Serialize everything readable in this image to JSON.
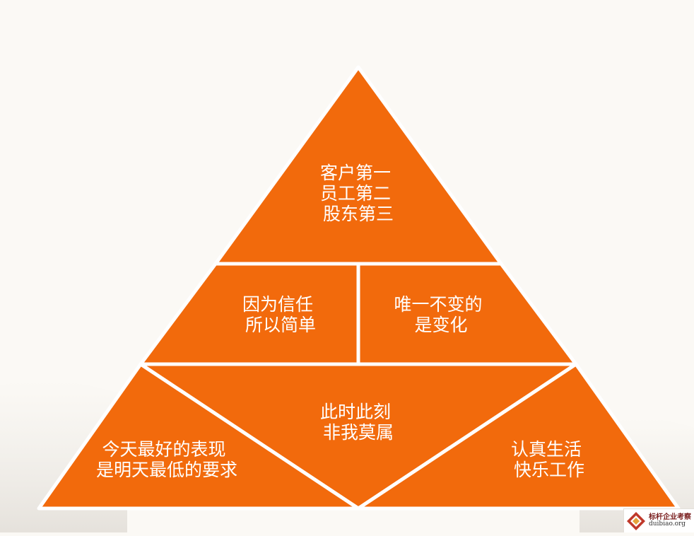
{
  "colors": {
    "background": "#fbf9f5",
    "segment_fill": "#f26a0c",
    "divider": "#ffffff",
    "text": "#ffffff",
    "watermark_red": "#c0392b",
    "watermark_gold": "#e6a33a"
  },
  "pyramid": {
    "top": [
      "客户第一",
      "员工第二",
      "股东第三"
    ],
    "middle_left": [
      "因为信任",
      "所以简单"
    ],
    "middle_right": [
      "唯一不变的",
      "是变化"
    ],
    "bottom_center": [
      "此时此刻",
      "非我莫属"
    ],
    "bottom_left": [
      "今天最好的表现",
      "是明天最低的要求"
    ],
    "bottom_right": [
      "认真生活",
      "快乐工作"
    ]
  },
  "watermark": {
    "name": "标杆企业考察",
    "url": "duibiao.org",
    "logo_icon": "diamond-logo-icon"
  }
}
